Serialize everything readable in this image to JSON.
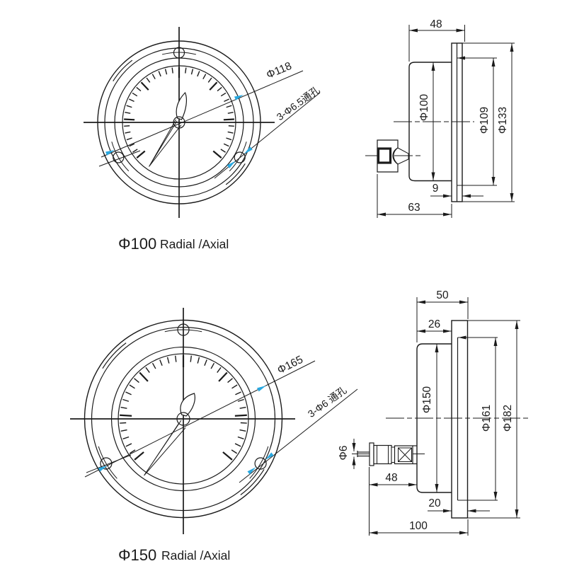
{
  "colors": {
    "line": "#1b1b1b",
    "accent": "#29a8e0",
    "background": "#ffffff"
  },
  "gauge_100": {
    "caption_diameter": "Φ100",
    "caption_mount": "Radial /Axial",
    "front": {
      "bolt_circle_label": "Φ118",
      "holes_label": "3-Φ6.5通孔"
    },
    "side": {
      "depth": "48",
      "dial_diameter": "Φ100",
      "ring_diameter": "Φ109",
      "flange_diameter": "Φ133",
      "flange_thickness": "9",
      "length": "63"
    }
  },
  "gauge_150": {
    "caption_diameter": "Φ150",
    "caption_mount": "Radial /Axial",
    "front": {
      "bolt_circle_label": "Φ165",
      "holes_label": "3-Φ6 通孔"
    },
    "side": {
      "depth": "50",
      "case_depth": "26",
      "dial_diameter": "Φ150",
      "ring_diameter": "Φ161",
      "flange_diameter": "Φ182",
      "stem_diameter": "Φ6",
      "stem_length": "48",
      "flange_thickness": "20",
      "total_length": "100"
    }
  }
}
